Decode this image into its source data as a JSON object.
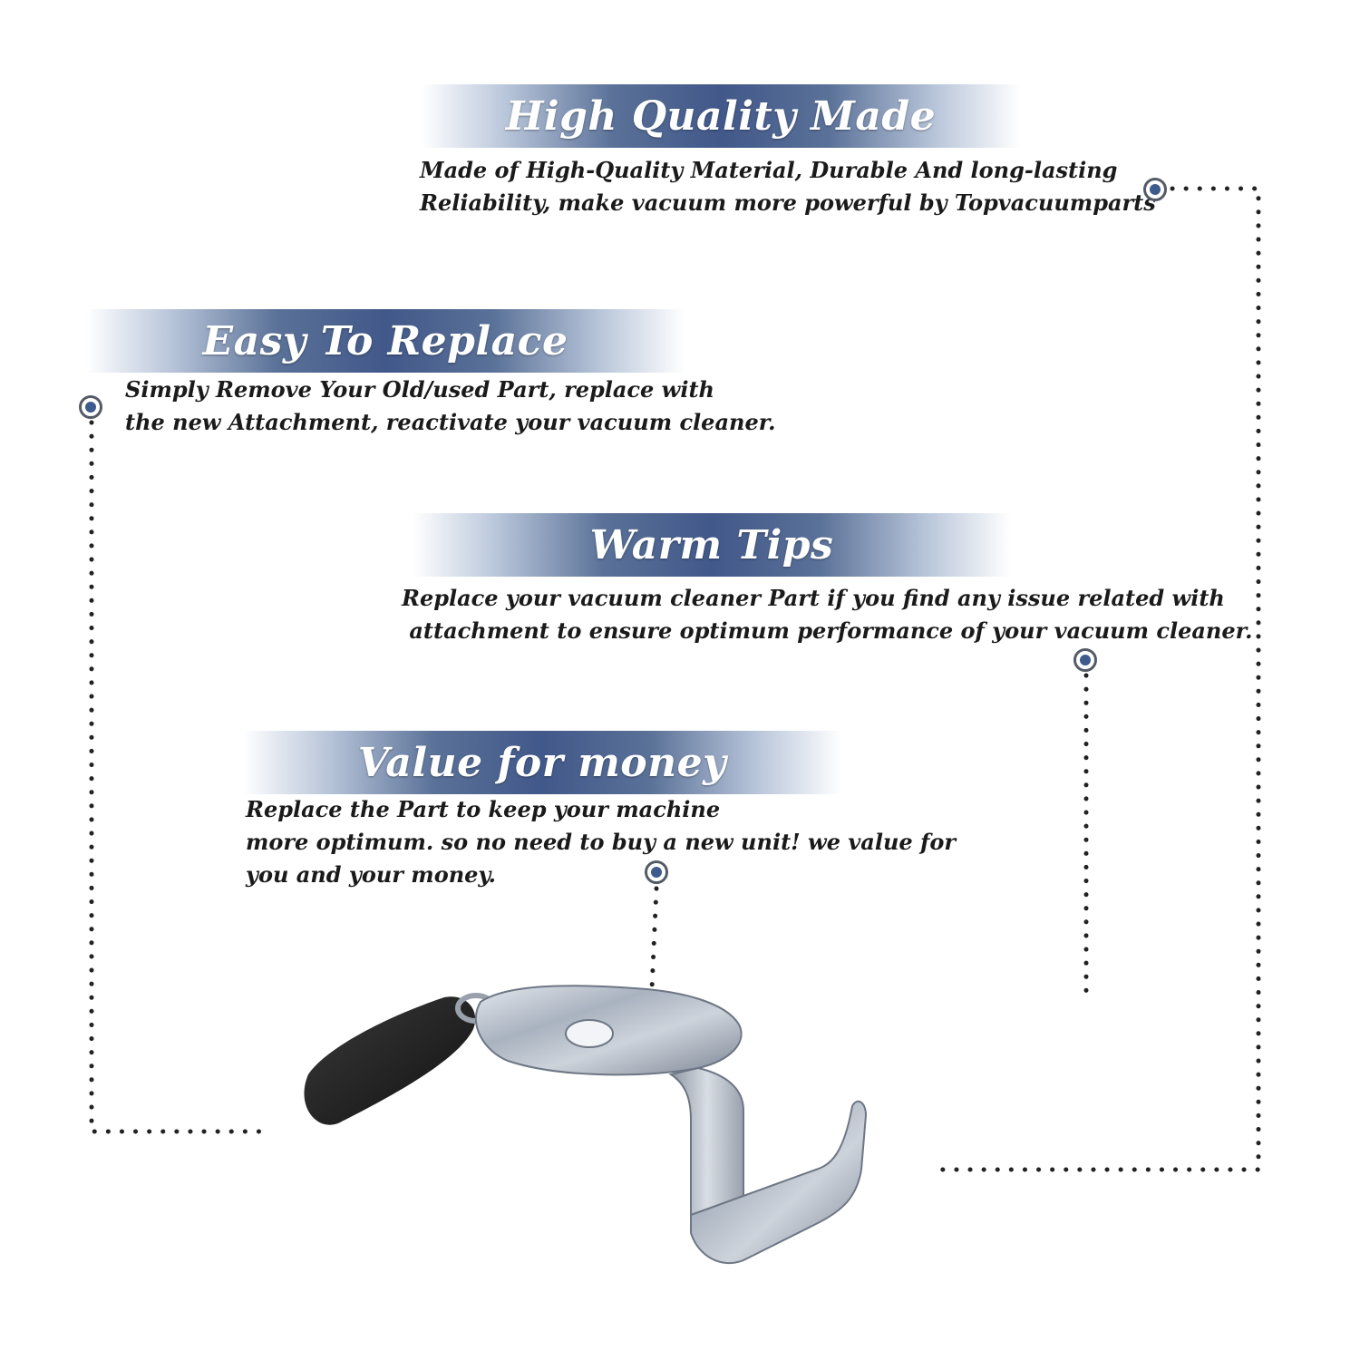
{
  "colors": {
    "banner": "#41588a",
    "text": "#1a1a1a",
    "marker": "#3e5b8e",
    "dots": "#222222"
  },
  "sections": {
    "quality": {
      "title": "High Quality Made",
      "lines": [
        "Made of  High-Quality Material, Durable And long-lasting",
        "Reliability, make vacuum more powerful by Topvacuumparts"
      ]
    },
    "replace": {
      "title": "Easy To Replace",
      "lines": [
        "Simply Remove Your Old/used Part, replace with",
        "the new Attachment, reactivate your vacuum cleaner."
      ]
    },
    "tips": {
      "title": "Warm Tips",
      "lines": [
        "Replace your vacuum cleaner Part if you find any issue related with",
        " attachment to ensure optimum performance of your vacuum cleaner."
      ]
    },
    "value": {
      "title": "Value for money",
      "lines": [
        "Replace the Part to keep your machine",
        "more optimum. so no need to buy a new unit! we value for",
        "you and your money."
      ]
    }
  },
  "icons": {
    "marker": "bullet-ring-icon",
    "product": "vacuum-latch-part-image"
  }
}
